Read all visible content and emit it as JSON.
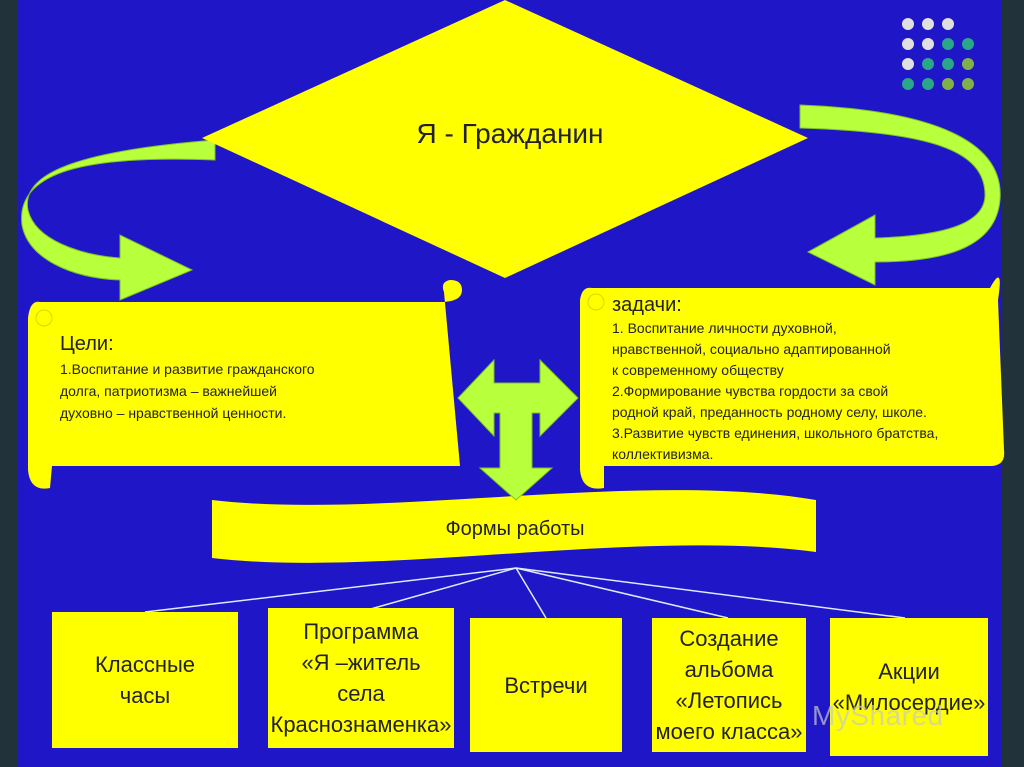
{
  "diagram": {
    "title": "Я - Гражданин",
    "goals": {
      "heading": "Цели:",
      "lines": [
        "1.Воспитание и развитие гражданского",
        " долга, патриотизма – важнейшей",
        "духовно – нравственной ценности."
      ]
    },
    "tasks": {
      "heading": "задачи:",
      "lines": [
        "1.       Воспитание  личности духовной,",
        "нравственной, социально адаптированной",
        " к современному обществу",
        "2.Формирование чувства гордости за свой",
        "родной край, преданность родному селу, школе.",
        "3.Развитие чувств единения, школьного братства,",
        "коллективизма."
      ]
    },
    "forms_label": "Формы работы",
    "forms": [
      {
        "lines": [
          "Классные",
          "часы"
        ]
      },
      {
        "lines": [
          "Программа",
          "«Я –житель",
          "села",
          "Краснознаменка»"
        ]
      },
      {
        "lines": [
          "Встречи"
        ]
      },
      {
        "lines": [
          "Создание",
          "альбома",
          "«Летопись",
          "моего класса»"
        ]
      },
      {
        "lines": [
          "Акции",
          "«Милосердие»"
        ]
      }
    ],
    "watermark": "MyShared"
  },
  "colors": {
    "background": "#1f16c8",
    "shape_fill": "#ffff00",
    "arrow_fill": "#b8ff3c",
    "text": "#222222"
  }
}
